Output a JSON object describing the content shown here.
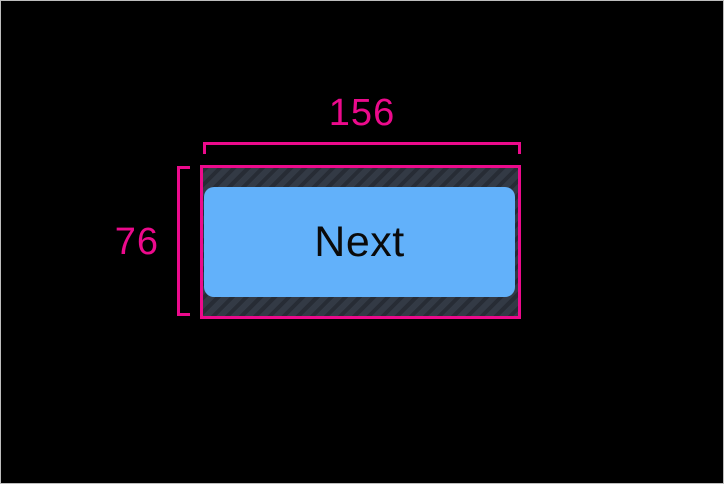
{
  "measurements": {
    "width": "156",
    "height": "76"
  },
  "button": {
    "label": "Next"
  },
  "colors": {
    "annotation_pink": "#EC0A8C",
    "button_blue": "#62B1FA",
    "button_text": "#0A0A0A",
    "hatch_base": "#333A45",
    "hatch_stripe": "#272C35",
    "canvas_background": "#000000",
    "canvas_border": "#BDBDBD"
  }
}
